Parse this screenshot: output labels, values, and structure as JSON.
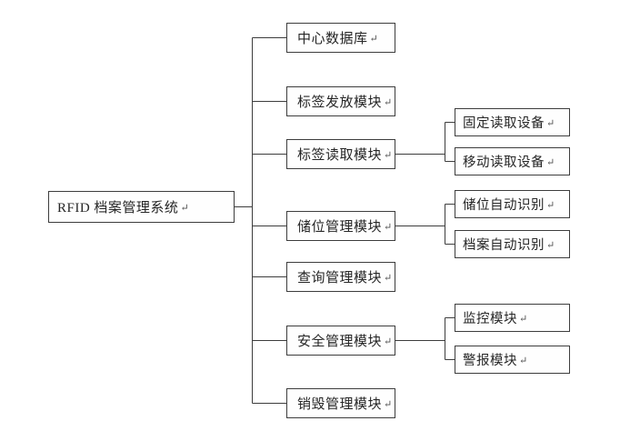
{
  "diagram": {
    "type": "tree",
    "return_mark": "↵",
    "root": {
      "label": "RFID 档案管理系统"
    },
    "level1": [
      {
        "label": "中心数据库"
      },
      {
        "label": "标签发放模块"
      },
      {
        "label": "标签读取模块",
        "children": [
          {
            "label": "固定读取设备"
          },
          {
            "label": "移动读取设备"
          }
        ]
      },
      {
        "label": "储位管理模块",
        "children": [
          {
            "label": "储位自动识别"
          },
          {
            "label": "档案自动识别"
          }
        ]
      },
      {
        "label": "查询管理模块"
      },
      {
        "label": "安全管理模块",
        "children": [
          {
            "label": "监控模块"
          },
          {
            "label": "警报模块"
          }
        ]
      },
      {
        "label": "销毁管理模块"
      }
    ],
    "colors": {
      "line": "#3d3d3d",
      "box_border": "#3d3d3d",
      "box_fill": "#fefefe",
      "text": "#262626",
      "background": "#ffffff"
    }
  }
}
